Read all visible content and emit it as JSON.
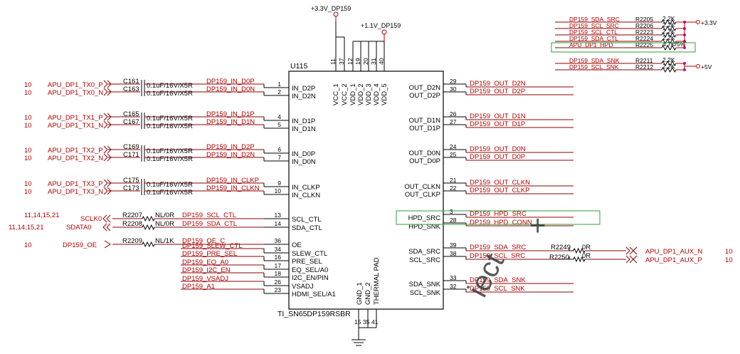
{
  "power": {
    "v33": "+3.3V_DP159",
    "v11": "+1.1V_DP159",
    "v33_right": "+3.3V",
    "v5_right": "+5V"
  },
  "chip": {
    "ref": "U115",
    "part": "TI_SN65DP159RSBR",
    "top_pins": [
      "VCC_1",
      "VCC_2",
      "VDD_1",
      "VDD_2",
      "VDD_3",
      "VDD_4",
      "VDD_5"
    ],
    "top_pin_numbers": [
      "11",
      "37",
      "12",
      "19",
      "20",
      "31",
      "40"
    ],
    "bottom_pins": [
      "GND_1",
      "GND_2",
      "THERMAL PAD"
    ],
    "bottom_pin_numbers": [
      "15",
      "35",
      "41"
    ],
    "left_pins": [
      {
        "num": "1",
        "name": "IN_D2P"
      },
      {
        "num": "2",
        "name": "IN_D2N"
      },
      {
        "num": "4",
        "name": "IN_D1P"
      },
      {
        "num": "5",
        "name": "IN_D1N"
      },
      {
        "num": "6",
        "name": "IN_D0P"
      },
      {
        "num": "7",
        "name": "IN_D0N"
      },
      {
        "num": "9",
        "name": "IN_CLKP"
      },
      {
        "num": "10",
        "name": "IN_CLKN"
      },
      {
        "num": "13",
        "name": "SCL_CTL"
      },
      {
        "num": "14",
        "name": "SDA_CTL"
      },
      {
        "num": "36",
        "name": "OE"
      },
      {
        "num": "34",
        "name": "SLEW_CTL"
      },
      {
        "num": "16",
        "name": "PRE_SEL"
      },
      {
        "num": "17",
        "name": "EQ_SEL/A0"
      },
      {
        "num": "18",
        "name": "I2C_EN/PIN"
      },
      {
        "num": "26",
        "name": "VSADJ"
      },
      {
        "num": "23",
        "name": "HDMI_SEL/A1"
      }
    ],
    "right_pins": [
      {
        "num": "29",
        "name": "OUT_D2N"
      },
      {
        "num": "30",
        "name": "OUT_D2P"
      },
      {
        "num": "26",
        "name": "OUT_D1N"
      },
      {
        "num": "27",
        "name": "OUT_D1P"
      },
      {
        "num": "24",
        "name": "OUT_D0N"
      },
      {
        "num": "25",
        "name": "OUT_D0P"
      },
      {
        "num": "21",
        "name": "OUT_CLKN"
      },
      {
        "num": "22",
        "name": "OUT_CLKP"
      },
      {
        "num": "3",
        "name": "HPD_SRC"
      },
      {
        "num": "28",
        "name": "HPD_SNK"
      },
      {
        "num": "39",
        "name": "SDA_SRC"
      },
      {
        "num": "38",
        "name": "SCL_SRC"
      },
      {
        "num": "33",
        "name": "SDA_SNK"
      },
      {
        "num": "32",
        "name": "SCL_SNK"
      }
    ]
  },
  "left_nets": [
    {
      "page": "10",
      "signal": "APU_DP1_TX0_P",
      "cap": "C161",
      "value": "0.1uF/16V/X5R",
      "net": "DP159_IN_D0P"
    },
    {
      "page": "10",
      "signal": "APU_DP1_TX0_N",
      "cap": "C163",
      "value": "0.1uF/16V/X5R",
      "net": "DP159_IN_D0N"
    },
    {
      "page": "10",
      "signal": "APU_DP1_TX1_P",
      "cap": "C165",
      "value": "0.1uF/16V/X5R",
      "net": "DP159_IN_D1P"
    },
    {
      "page": "10",
      "signal": "APU_DP1_TX1_N",
      "cap": "C167",
      "value": "0.1uF/16V/X5R",
      "net": "DP159_IN_D1N"
    },
    {
      "page": "10",
      "signal": "APU_DP1_TX2_P",
      "cap": "C169",
      "value": "0.1uF/16V/X5R",
      "net": "DP159_IN_D2P"
    },
    {
      "page": "10",
      "signal": "APU_DP1_TX2_N",
      "cap": "C171",
      "value": "0.1uF/16V/X5R",
      "net": "DP159_IN_D2N"
    },
    {
      "page": "10",
      "signal": "APU_DP1_TX3_P",
      "cap": "C175",
      "value": "0.1uF/16V/X5R",
      "net": "DP159_IN_CLKP"
    },
    {
      "page": "10",
      "signal": "APU_DP1_TX3_N",
      "cap": "C173",
      "value": "0.1uF/16V/X5R",
      "net": "DP159_IN_CLKN"
    }
  ],
  "ctl_nets": [
    {
      "page": "11,14,15,21",
      "signal": "SCLK0",
      "res": "R2207",
      "value": "NL/0R",
      "net": "DP159_SCL_CTL"
    },
    {
      "page": "11,14,15,21",
      "signal": "SDATA0",
      "res": "R2208",
      "value": "NL/0R",
      "net": "DP159_SDA_CTL"
    },
    {
      "page": "10",
      "signal": "DP159_OE",
      "res": "R2209",
      "value": "NL/1K",
      "net": "DP159_OE_C"
    }
  ],
  "misc_nets": [
    "DP159_SLEW_CTL",
    "DP159_PRE_SEL",
    "DP159_EQ_A0",
    "DP159_I2C_EN",
    "DP159_VSADJ",
    "DP159_A1"
  ],
  "right_nets": [
    "DP159_OUT_D2N",
    "DP159_OUT_D2P",
    "DP159_OUT_D1N",
    "DP159_OUT_D1P",
    "DP159_OUT_D0N",
    "DP159_OUT_D0P",
    "DP159_OUT_CLKN",
    "DP159_OUT_CLKP",
    "DP159_HPD_SRC",
    "DP159_HPD_CONN",
    "DP159_SDA_SRC",
    "DP159_SCL_SRC",
    "DP159_SDA_SNK",
    "DP159_SCL_SNK"
  ],
  "aux": [
    {
      "res": "R2249",
      "value": "0R",
      "signal": "APU_DP1_AUX_N",
      "page": "10"
    },
    {
      "res": "R2250",
      "value": "0R",
      "signal": "APU_DP1_AUX_P",
      "page": "10"
    }
  ],
  "pullups": [
    {
      "net": "DP159_SDA_SRC",
      "res": "R2205",
      "value": "2.2K"
    },
    {
      "net": "DP159_SCL_SRC",
      "res": "R2206",
      "value": "2.2K"
    },
    {
      "net": "DP159_SCL_CTL",
      "res": "R2223",
      "value": "2.2K"
    },
    {
      "net": "DP159_SDA_CTL",
      "res": "R2224",
      "value": "2.2K"
    },
    {
      "net": "APU_DP1_HPD",
      "res": "R2225",
      "value": "4.7K/5%"
    },
    {
      "net": "DP159_SDA_SNK",
      "res": "R2211",
      "value": "2.2K"
    },
    {
      "net": "DP159_SCL_SNK",
      "res": "R2212",
      "value": "2.2K"
    }
  ],
  "watermark": "iect"
}
